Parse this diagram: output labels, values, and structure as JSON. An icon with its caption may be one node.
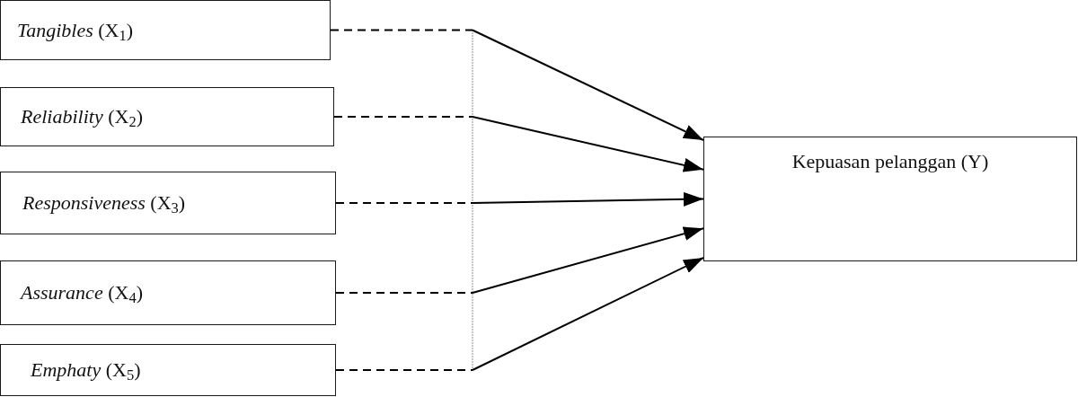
{
  "diagram": {
    "nodes": [
      {
        "text": [
          "*Tangibles* (X$_{1}$)"
        ]
      },
      {
        "text": [
          "*Reliability* (X$_{2}$)"
        ]
      },
      {
        "text": [
          "*Responsiveness* (X$_{3}$)"
        ]
      },
      {
        "text": [
          "*Assurance* (X$_{4}$)"
        ]
      },
      {
        "text": [
          "*Emphaty* (X$_{5}$)"
        ]
      },
      {
        "text": [
          "Kepuasan pelanggan (Y)"
        ]
      }
    ],
    "edges": [
      {
        "from": 0,
        "to": 5,
        "arrow": "to"
      },
      {
        "from": 1,
        "to": 5,
        "arrow": "to"
      },
      {
        "from": 2,
        "to": 5,
        "arrow": "to"
      },
      {
        "from": 3,
        "to": 5,
        "arrow": "to"
      },
      {
        "from": 4,
        "to": 5,
        "arrow": "to"
      }
    ]
  }
}
